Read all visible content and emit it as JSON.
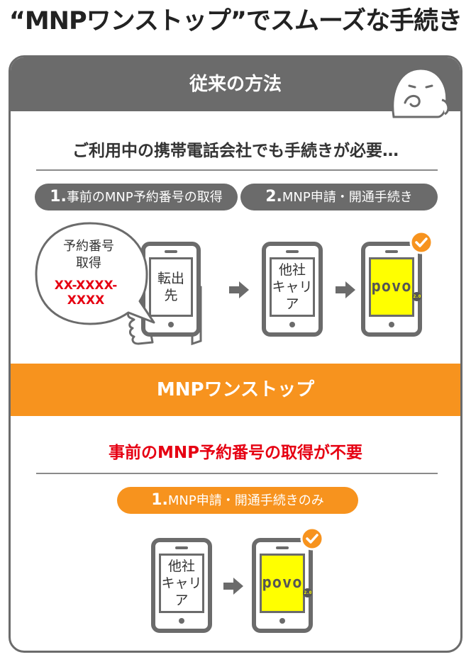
{
  "page": {
    "title": "“MNPワンストップ”でスムーズな手続き"
  },
  "traditional": {
    "header": "従来の方法",
    "headline": "ご利用中の携帯電話会社でも手続きが必要…",
    "steps": [
      {
        "num": "1.",
        "label": "事前のMNP予約番号の取得"
      },
      {
        "num": "2.",
        "label": "MNP申請・開通手続き"
      }
    ],
    "bubble": {
      "line1": "予約番号",
      "line2": "取得",
      "code1": "XX-XXXX-",
      "code2": "XXXX"
    },
    "phones": [
      {
        "label": "転出先"
      },
      {
        "label1": "他社",
        "label2": "キャリア"
      },
      {
        "logo": "povo",
        "badge": "2.0"
      }
    ]
  },
  "onestop": {
    "header": "MNPワンストップ",
    "headline": "事前のMNP予約番号の取得が不要",
    "step": {
      "num": "1.",
      "label": "MNP申請・開通手続きのみ"
    },
    "phones": [
      {
        "label1": "他社",
        "label2": "キャリア"
      },
      {
        "logo": "povo",
        "badge": "2.0"
      }
    ]
  },
  "colors": {
    "gray": "#6b6b6b",
    "orange": "#f7931e",
    "red": "#e60012",
    "povo_yellow": "#ffff00"
  }
}
